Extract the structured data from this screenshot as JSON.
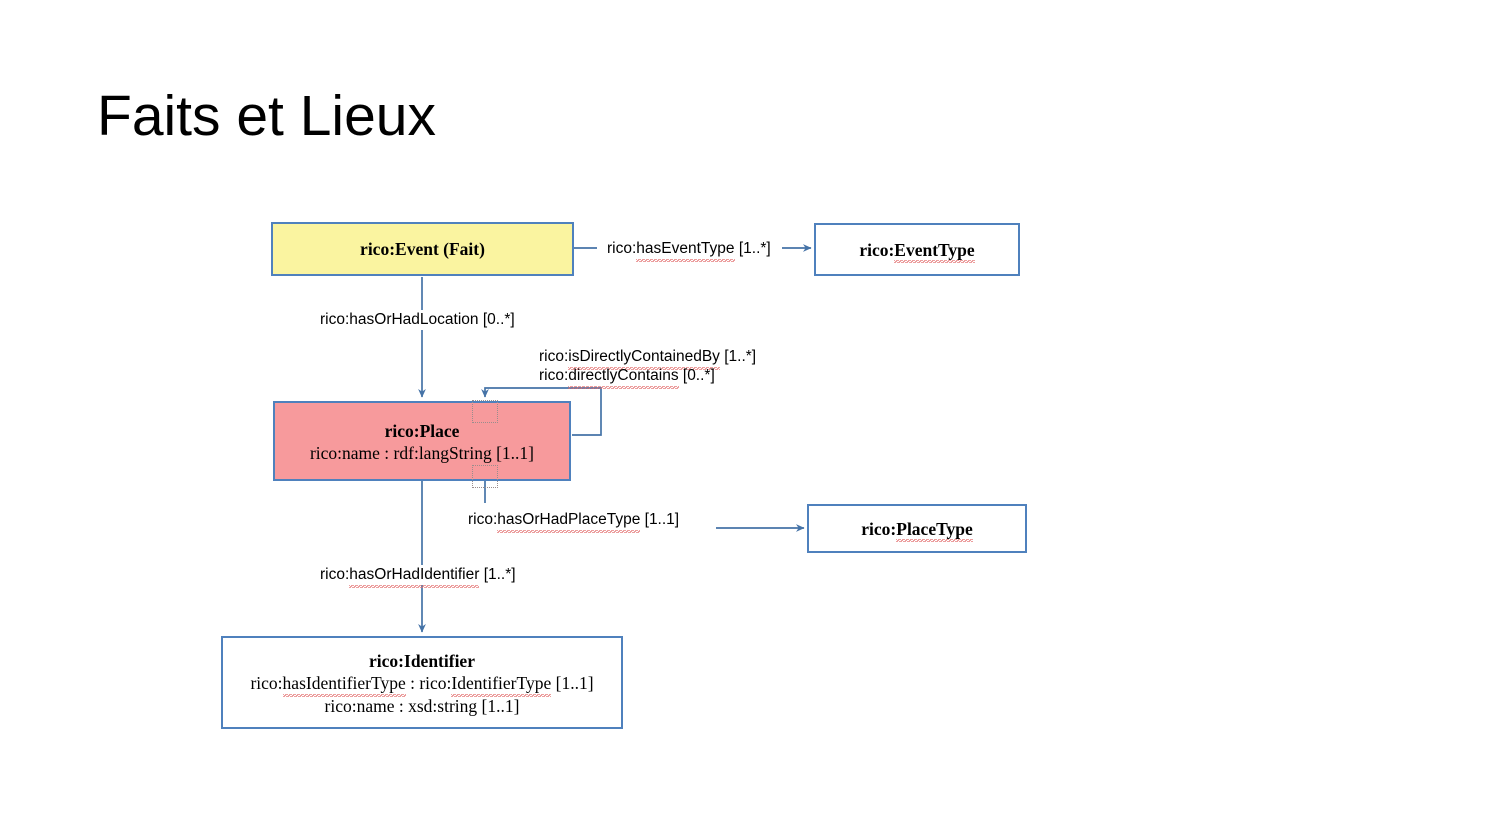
{
  "slide": {
    "title": "Faits et Lieux",
    "background_color": "#ffffff"
  },
  "theme": {
    "border_color": "#4F81BD",
    "connector_color": "#4F81BD",
    "event_fill": "#FAF4A0",
    "place_fill": "#F79A9C",
    "plain_fill": "#ffffff",
    "spellcheck_underline_color": "#e06666",
    "text_color": "#000000"
  },
  "diagram": {
    "type": "uml-class-diagram",
    "nodes": [
      {
        "id": "event",
        "title": "rico:Event (Fait)",
        "attributes": [],
        "fill": "#FAF4A0"
      },
      {
        "id": "eventtype",
        "title": "rico:EventType",
        "attributes": [],
        "fill": "#ffffff"
      },
      {
        "id": "place",
        "title": "rico:Place",
        "attributes": [
          "rico:name : rdf:langString [1..1]"
        ],
        "fill": "#F79A9C"
      },
      {
        "id": "placetype",
        "title": "rico:PlaceType",
        "attributes": [],
        "fill": "#ffffff"
      },
      {
        "id": "identifier",
        "title": "rico:Identifier",
        "attributes": [
          "rico:hasIdentifierType : rico:IdentifierType [1..1]",
          "rico:name : xsd:string [1..1]"
        ],
        "fill": "#ffffff"
      }
    ],
    "edges": [
      {
        "id": "has-event-type",
        "from": "event",
        "to": "eventtype",
        "property": "rico:hasEventType",
        "cardinality": "[1..*]",
        "label": "rico:hasEventType [1..*]"
      },
      {
        "id": "has-or-had-location",
        "from": "event",
        "to": "place",
        "property": "rico:hasOrHadLocation",
        "cardinality": "[0..*]",
        "label": "rico:hasOrHadLocation [0..*]"
      },
      {
        "id": "is-directly-contained-by",
        "from": "place",
        "to": "place",
        "property": "rico:isDirectlyContainedBy",
        "cardinality": "[1..*]",
        "label": "rico:isDirectlyContainedBy [1..*]"
      },
      {
        "id": "directly-contains",
        "from": "place",
        "to": "place",
        "property": "rico:directlyContains",
        "cardinality": "[0..*]",
        "label": "rico:directlyContains [0..*]"
      },
      {
        "id": "has-or-had-place-type",
        "from": "place",
        "to": "placetype",
        "property": "rico:hasOrHadPlaceType",
        "cardinality": "[1..1]",
        "label": "rico:hasOrHadPlaceType [1..1]"
      },
      {
        "id": "has-or-had-identifier",
        "from": "place",
        "to": "identifier",
        "property": "rico:hasOrHadIdentifier",
        "cardinality": "[1..*]",
        "label": "rico:hasOrHadIdentifier [1..*]"
      }
    ]
  },
  "labels": {
    "has_event_type_pre": "rico:",
    "has_event_type_mid": "hasEventType",
    "has_event_type_post": " [1..*]",
    "has_or_had_location": "rico:hasOrHadLocation [0..*]",
    "is_directly_contained_by_pre": "rico:",
    "is_directly_contained_by_mid": "isDirectlyContainedBy",
    "is_directly_contained_by_post": " [1..*]",
    "directly_contains_pre": "rico:",
    "directly_contains_mid": "directlyContains",
    "directly_contains_post": " [0..*]",
    "has_or_had_place_type_pre": "rico:",
    "has_or_had_place_type_mid": "hasOrHadPlaceType",
    "has_or_had_place_type_post": " [1..1]",
    "has_or_had_identifier_pre": "rico:",
    "has_or_had_identifier_mid": "hasOrHadIdentifier",
    "has_or_had_identifier_post": " [1..*]"
  },
  "boxes": {
    "event_title": "rico:Event (Fait)",
    "eventtype_title_pre": "rico:",
    "eventtype_title_mid": "EventType",
    "place_title": "rico:Place",
    "place_attr_1": "rico:name : rdf:langString [1..1]",
    "placetype_title_pre": "rico:",
    "placetype_title_mid": "PlaceType",
    "identifier_title": "rico:Identifier",
    "identifier_attr_1_pre": "rico:",
    "identifier_attr_1_a": "hasIdentifierType",
    "identifier_attr_1_mid": " : rico:",
    "identifier_attr_1_b": "IdentifierType",
    "identifier_attr_1_post": " [1..1]",
    "identifier_attr_2": "rico:name : xsd:string [1..1]"
  }
}
